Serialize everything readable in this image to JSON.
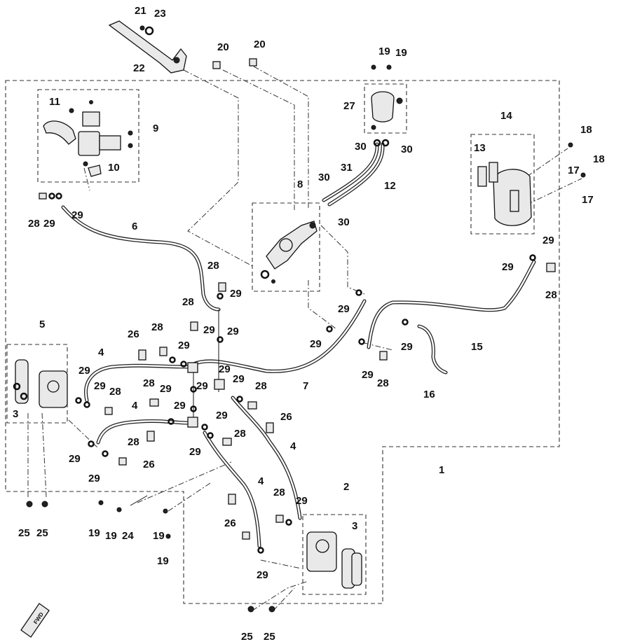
{
  "callouts": {
    "c1": "1",
    "c2": "2",
    "c3a": "3",
    "c3b": "3",
    "c4a": "4",
    "c4b": "4",
    "c4c": "4",
    "c4d": "4",
    "c5": "5",
    "c6": "6",
    "c7": "7",
    "c8": "8",
    "c9": "9",
    "c10": "10",
    "c11": "11",
    "c12": "12",
    "c13": "13",
    "c14": "14",
    "c15": "15",
    "c16": "16",
    "c17a": "17",
    "c17b": "17",
    "c18a": "18",
    "c18b": "18",
    "c19a": "19",
    "c19b": "19",
    "c19c": "19",
    "c19d": "19",
    "c19e": "19",
    "c19f": "19",
    "c20a": "20",
    "c20b": "20",
    "c21": "21",
    "c22": "22",
    "c23": "23",
    "c24": "24",
    "c25a": "25",
    "c25b": "25",
    "c25c": "25",
    "c25d": "25",
    "c26a": "26",
    "c26b": "26",
    "c26c": "26",
    "c26d": "26",
    "c27": "27",
    "c28a": "28",
    "c28b": "28",
    "c28c": "28",
    "c28d": "28",
    "c28e": "28",
    "c28f": "28",
    "c28g": "28",
    "c28h": "28",
    "c28i": "28",
    "c28j": "28",
    "c28k": "28",
    "c28l": "28",
    "c29a": "29",
    "c29b": "29",
    "c29c": "29",
    "c29d": "29",
    "c29e": "29",
    "c29f": "29",
    "c29g": "29",
    "c29h": "29",
    "c29i": "29",
    "c29j": "29",
    "c29k": "29",
    "c29l": "29",
    "c29m": "29",
    "c29n": "29",
    "c29o": "29",
    "c29p": "29",
    "c29q": "29",
    "c29r": "29",
    "c29s": "29",
    "c29t": "29",
    "c29u": "29",
    "c29v": "29",
    "c29w": "29",
    "c29x": "29",
    "c29y": "29",
    "c30a": "30",
    "c30b": "30",
    "c30c": "30",
    "c30d": "30",
    "c31": "31"
  },
  "fwd_label": "FWD",
  "colors": {
    "ink": "#111111",
    "paper": "#ffffff",
    "part_fill": "#e9e9e9"
  }
}
